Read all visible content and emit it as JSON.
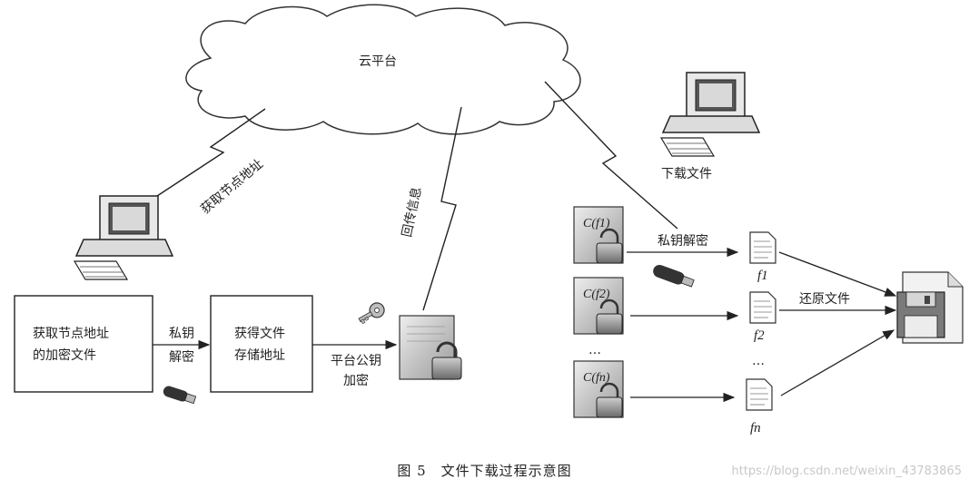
{
  "cloud_label": "云平台",
  "edge_labels": {
    "get_node_address": "获取节点地址",
    "return_info": "回传信息",
    "download_file": "下载文件",
    "private_key_decrypt_right": "私钥解密",
    "restore_file": "还原文件",
    "private_key_decrypt_left_line1": "私钥",
    "private_key_decrypt_left_line2": "解密",
    "platform_pubkey_line1": "平台公钥",
    "platform_pubkey_line2": "加密"
  },
  "boxes": {
    "encrypted_file_line1": "获取节点地址",
    "encrypted_file_line2": "的加密文件",
    "storage_addr_line1": "获得文件",
    "storage_addr_line2": "存储地址"
  },
  "encrypted_parts": [
    "C(f1)",
    "C(f2)",
    "C(fn)"
  ],
  "ellipsis": "…",
  "file_labels": [
    "f1",
    "f2",
    "fn"
  ],
  "caption": "图 5　文件下载过程示意图",
  "watermark": "https://blog.csdn.net/weixin_43783865"
}
